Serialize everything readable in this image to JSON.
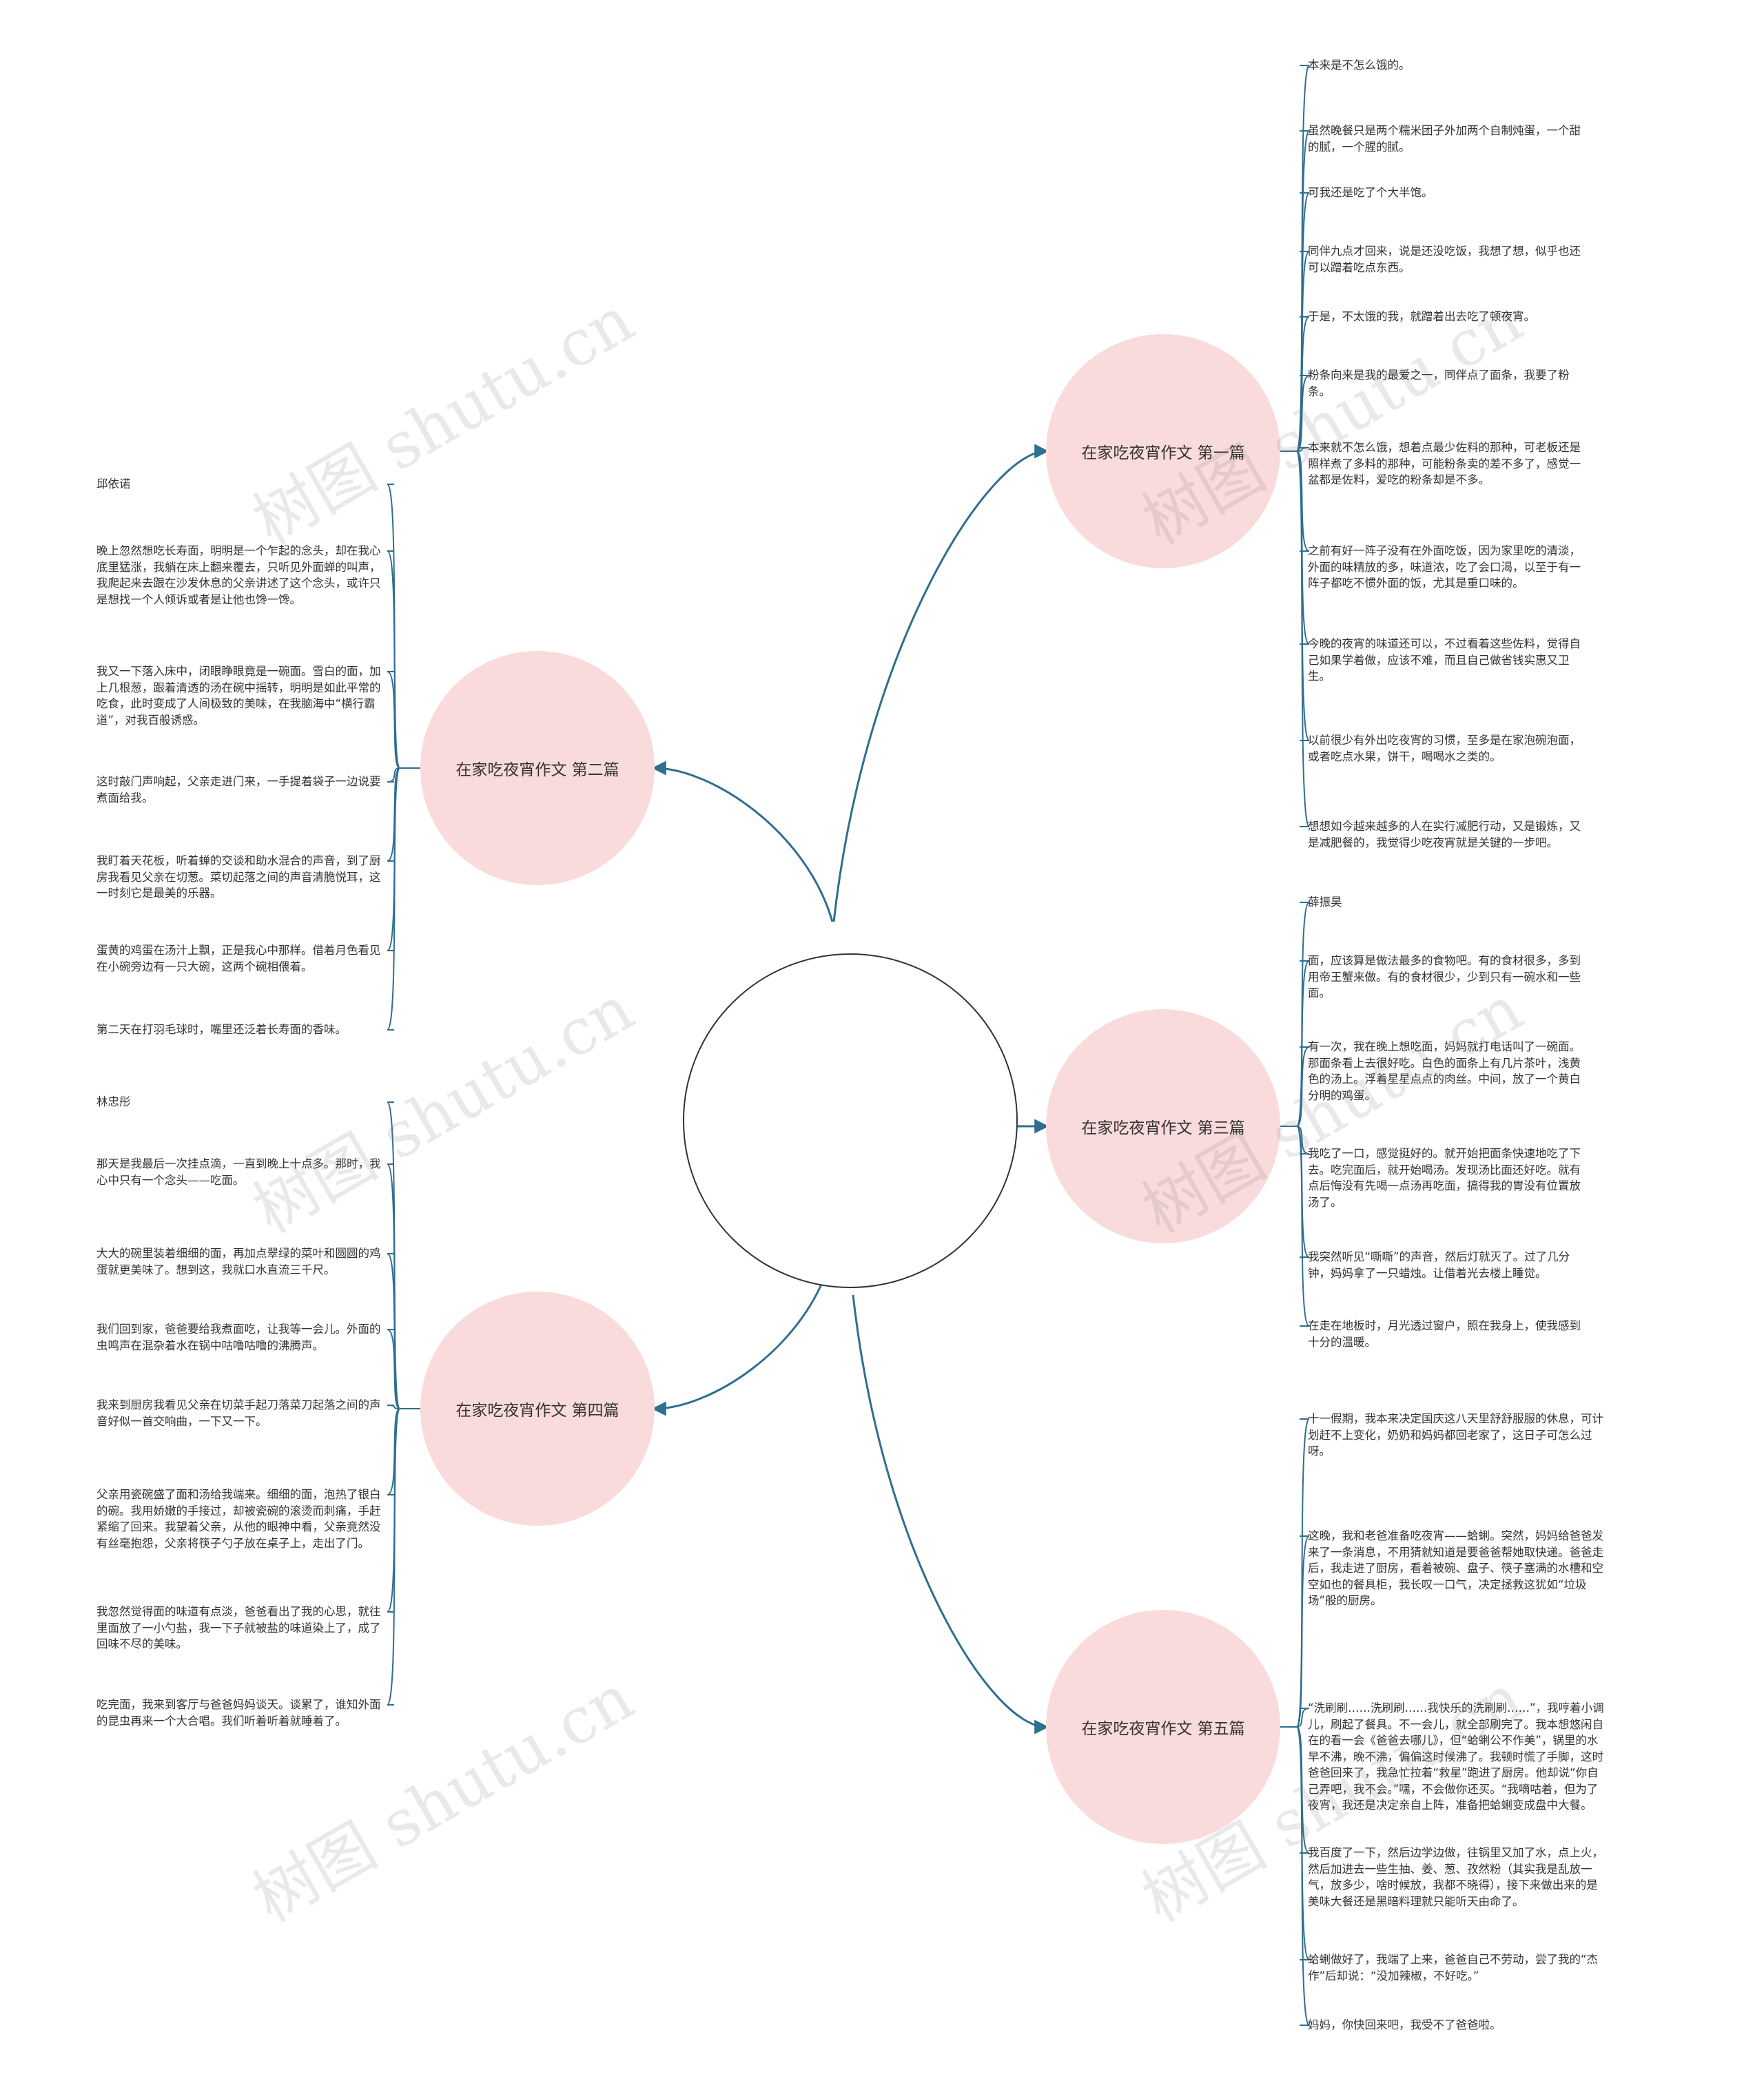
{
  "colors": {
    "edge": "#2f6f8f",
    "bracket": "#2f6f8f",
    "topic_fill": "#fadbdb",
    "text": "#333333"
  },
  "watermark": "树图 shutu.cn",
  "center": {
    "label": ""
  },
  "branches": [
    {
      "id": "b1",
      "title": "在家吃夜宵作文 第一篇",
      "leaves": [
        "本来是不怎么饿的。",
        "虽然晚餐只是两个糯米团子外加两个自制炖蛋，一个甜的腻，一个腥的腻。",
        "可我还是吃了个大半饱。",
        "同伴九点才回来，说是还没吃饭，我想了想，似乎也还可以蹭着吃点东西。",
        "于是，不太饿的我，就蹭着出去吃了顿夜宵。",
        "粉条向来是我的最爱之一，同伴点了面条，我要了粉条。",
        "本来就不怎么饿，想着点最少佐料的那种，可老板还是照样煮了多料的那种，可能粉条卖的差不多了，感觉一盆都是佐料，爱吃的粉条却是不多。",
        "之前有好一阵子没有在外面吃饭，因为家里吃的清淡，外面的味精放的多，味道浓，吃了会口渴，以至于有一阵子都吃不惯外面的饭，尤其是重口味的。",
        "今晚的夜宵的味道还可以，不过看着这些佐料，觉得自己如果学着做，应该不难，而且自己做省钱实惠又卫生。",
        "以前很少有外出吃夜宵的习惯，至多是在家泡碗泡面，或者吃点水果，饼干，喝喝水之类的。",
        "想想如今越来越多的人在实行减肥行动，又是锻炼，又是减肥餐的，我觉得少吃夜宵就是关键的一步吧。"
      ]
    },
    {
      "id": "b3",
      "title": "在家吃夜宵作文 第三篇",
      "leaves": [
        "薛振昊",
        "面，应该算是做法最多的食物吧。有的食材很多，多到用帝王蟹来做。有的食材很少，少到只有一碗水和一些面。",
        "有一次，我在晚上想吃面，妈妈就打电话叫了一碗面。那面条看上去很好吃。白色的面条上有几片茶叶，浅黄色的汤上。浮着星星点点的肉丝。中间，放了一个黄白分明的鸡蛋。",
        "我吃了一口，感觉挺好的。就开始把面条快速地吃了下去。吃完面后，就开始喝汤。发现汤比面还好吃。就有点后悔没有先喝一点汤再吃面，搞得我的胃没有位置放汤了。",
        "我突然听见“嘶嘶”的声音，然后灯就灭了。过了几分钟，妈妈拿了一只蜡烛。让借着光去楼上睡觉。",
        "在走在地板时，月光透过窗户，照在我身上，使我感到十分的温暖。"
      ]
    },
    {
      "id": "b5",
      "title": "在家吃夜宵作文 第五篇",
      "leaves": [
        "十一假期，我本来决定国庆这八天里舒舒服服的休息，可计划赶不上变化，奶奶和妈妈都回老家了，这日子可怎么过呀。",
        "这晚，我和老爸准备吃夜宵——蛤蜊。突然，妈妈给爸爸发来了一条消息，不用猜就知道是要爸爸帮她取快递。爸爸走后，我走进了厨房，看着被碗、盘子、筷子塞满的水槽和空空如也的餐具柜，我长叹一口气，决定拯救这犹如“垃圾场”般的厨房。",
        "“洗刷刷……洗刷刷……我快乐的洗刷刷……”，我哼着小调儿，刷起了餐具。不一会儿，就全部刷完了。我本想悠闲自在的看一会《爸爸去哪儿》，但“蛤蜊公不作美”，锅里的水早不沸，晚不沸，偏偏这时候沸了。我顿时慌了手脚，这时爸爸回来了，我急忙拉着“救星”跑进了厨房。他却说“你自己弄吧，我不会。”嘿，不会做你还买。“我嘀咕着，但为了夜宵，我还是决定亲自上阵，准备把蛤蜊变成盘中大餐。",
        "我百度了一下，然后边学边做，往锅里又加了水，点上火，然后加进去一些生抽、姜、葱、孜然粉（其实我是乱放一气，放多少，啥时候放，我都不晓得），接下来做出来的是美味大餐还是黑暗料理就只能听天由命了。",
        "蛤蜊做好了，我端了上来，爸爸自己不劳动，尝了我的“杰作”后却说：“没加辣椒，不好吃。”",
        "妈妈，你快回来吧，我受不了爸爸啦。"
      ]
    },
    {
      "id": "b2",
      "title": "在家吃夜宵作文 第二篇",
      "leaves": [
        "邱依诺",
        "晚上忽然想吃长寿面，明明是一个乍起的念头，却在我心底里猛涨，我躺在床上翻来覆去，只听见外面蝉的叫声，我爬起来去跟在沙发休息的父亲讲述了这个念头，或许只是想找一个人倾诉或者是让他也馋一馋。",
        "我又一下落入床中，闭眼睁眼竟是一碗面。雪白的面，加上几根葱，跟着清透的汤在碗中摇转，明明是如此平常的吃食，此时变成了人间极致的美味，在我脑海中“横行霸道”，对我百般诱惑。",
        "这时敲门声响起，父亲走进门来，一手提着袋子一边说要煮面给我。",
        "我盯着天花板，听着蝉的交谈和助水混合的声音，到了厨房我看见父亲在切葱。菜切起落之间的声音清脆悦耳，这一时刻它是最美的乐器。",
        "蛋黄的鸡蛋在汤汁上飘，正是我心中那样。借着月色看见在小碗旁边有一只大碗，这两个碗相偎着。",
        "第二天在打羽毛球时，嘴里还泛着长寿面的香味。"
      ]
    },
    {
      "id": "b4",
      "title": "在家吃夜宵作文 第四篇",
      "leaves": [
        "林忠彤",
        "那天是我最后一次挂点滴，一直到晚上十点多。那时，我心中只有一个念头——吃面。",
        "大大的碗里装着细细的面，再加点翠绿的菜叶和圆圆的鸡蛋就更美味了。想到这，我就口水直流三千尺。",
        "我们回到家，爸爸要给我煮面吃，让我等一会儿。外面的虫鸣声在混杂着水在锅中咕噜咕噜的沸腾声。",
        "我来到厨房我看见父亲在切菜手起刀落菜刀起落之间的声音好似一首交响曲，一下又一下。",
        "父亲用瓷碗盛了面和汤给我端来。细细的面，泡热了银白的碗。我用娇嫩的手接过，却被瓷碗的滚烫而刺痛，手赶紧缩了回来。我望着父亲，从他的眼神中看，父亲竟然没有丝毫抱怨，父亲将筷子勺子放在桌子上，走出了门。",
        "我忽然觉得面的味道有点淡，爸爸看出了我的心思，就往里面放了一小勺盐，我一下子就被盐的味道染上了，成了回味不尽的美味。",
        "吃完面，我来到客厅与爸爸妈妈谈天。谈累了，谁知外面的昆虫再来一个大合唱。我们听着听着就睡着了。"
      ]
    }
  ]
}
